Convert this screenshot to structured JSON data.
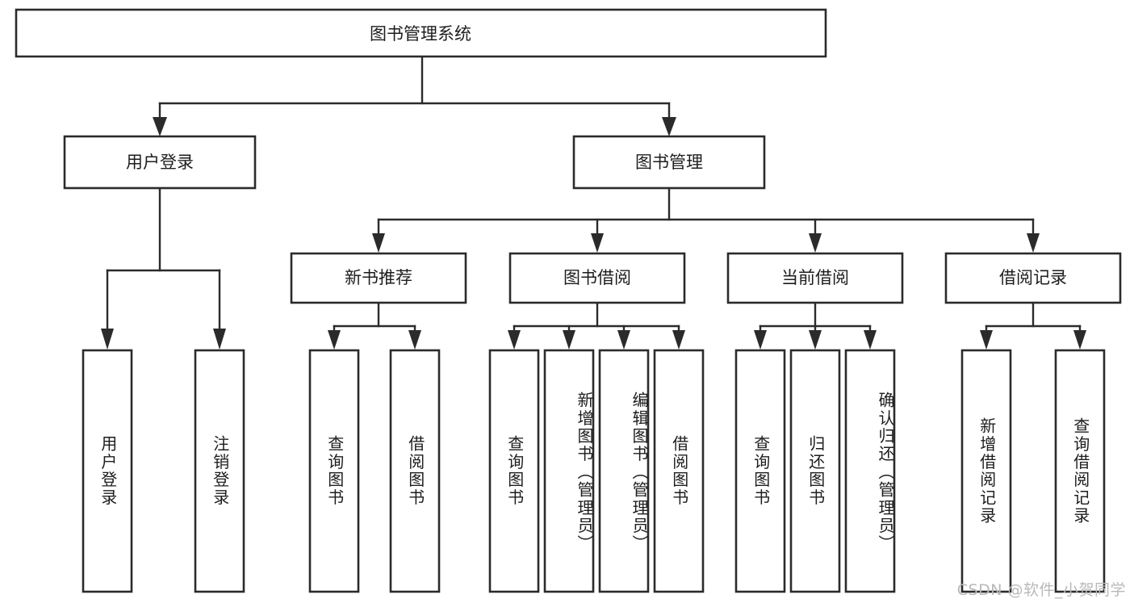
{
  "diagram": {
    "type": "tree-hierarchy-chart",
    "title": "图书管理系统",
    "watermark": "CSDN @软件_小贺同学",
    "root": {
      "label": "图书管理系统"
    },
    "level2": [
      {
        "label": "用户登录"
      },
      {
        "label": "图书管理"
      }
    ],
    "level3": [
      {
        "label": "新书推荐"
      },
      {
        "label": "图书借阅"
      },
      {
        "label": "当前借阅"
      },
      {
        "label": "借阅记录"
      }
    ],
    "leaves": {
      "user_login": [
        {
          "label": "用户登录"
        },
        {
          "label": "注销登录"
        }
      ],
      "new_book_recommend": [
        {
          "label": "查询图书"
        },
        {
          "label": "借阅图书"
        }
      ],
      "book_borrow": [
        {
          "label": "查询图书"
        },
        {
          "label": "新增图书（管理员）"
        },
        {
          "label": "编辑图书（管理员）"
        },
        {
          "label": "借阅图书"
        }
      ],
      "current_borrow": [
        {
          "label": "查询图书"
        },
        {
          "label": "归还图书"
        },
        {
          "label": "确认归还（管理员）"
        }
      ],
      "borrow_record": [
        {
          "label": "新增借阅记录"
        },
        {
          "label": "查询借阅记录"
        }
      ]
    },
    "colors": {
      "box_stroke": "#2b2b2b",
      "box_fill": "#ffffff",
      "text": "#1d1d1d",
      "background": "#ffffff",
      "watermark": "#b9b9b9"
    }
  }
}
